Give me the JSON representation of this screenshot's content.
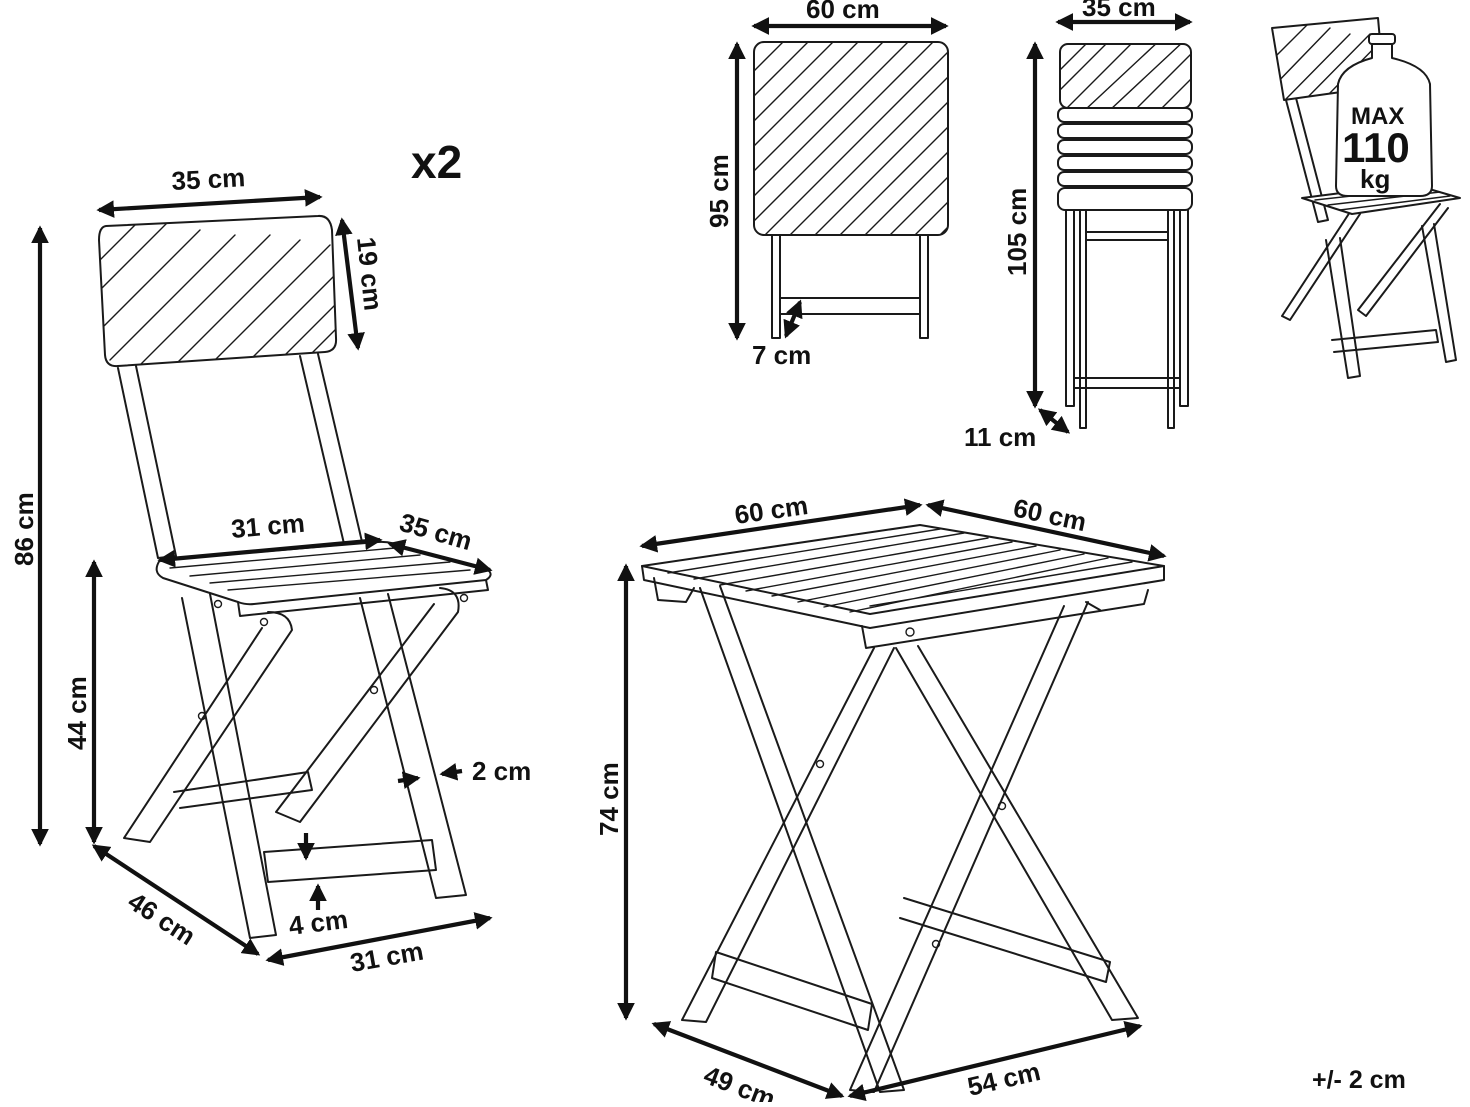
{
  "quantity": "x2",
  "chair": {
    "width_top": "35 cm",
    "back_height": "19 cm",
    "total_height": "86 cm",
    "seat_width": "31 cm",
    "seat_depth": "35 cm",
    "seat_height": "44 cm",
    "leg_thickness": "2 cm",
    "rail_height": "4 cm",
    "base_depth": "46 cm",
    "base_width": "31 cm"
  },
  "table_folded": {
    "width": "60 cm",
    "height": "95 cm",
    "thickness": "7 cm"
  },
  "chair_folded": {
    "width": "35 cm",
    "height": "105 cm",
    "thickness": "11 cm"
  },
  "load": {
    "max_label": "MAX",
    "value": "110",
    "unit": "kg"
  },
  "table": {
    "width": "60 cm",
    "depth": "60 cm",
    "height": "74 cm",
    "base_depth": "49 cm",
    "base_width": "54 cm"
  },
  "tolerance": "+/- 2 cm"
}
